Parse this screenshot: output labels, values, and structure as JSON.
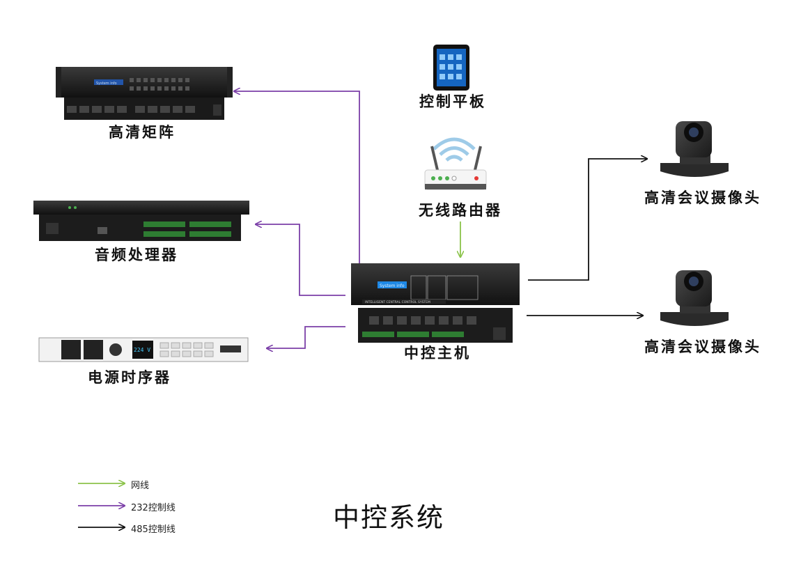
{
  "title": "中控系统",
  "nodes": {
    "matrix": "高清矩阵",
    "audio": "音频处理器",
    "power": "电源时序器",
    "tablet": "控制平板",
    "router": "无线路由器",
    "host": "中控主机",
    "camera1": "高清会议摄像头",
    "camera2": "高清会议摄像头"
  },
  "device_text": {
    "system_info": "System info",
    "host_banner": "INTELLIGENT CENTRAL CONTROL SYSTEM",
    "power_voltage": "224 V"
  },
  "legend": [
    {
      "label": "网线",
      "color": "#8bc34a"
    },
    {
      "label": "232控制线",
      "color": "#7b3fa8"
    },
    {
      "label": "485控制线",
      "color": "#111111"
    }
  ],
  "colors": {
    "net": "#8bc34a",
    "rs232": "#7b3fa8",
    "rs485": "#111111"
  }
}
